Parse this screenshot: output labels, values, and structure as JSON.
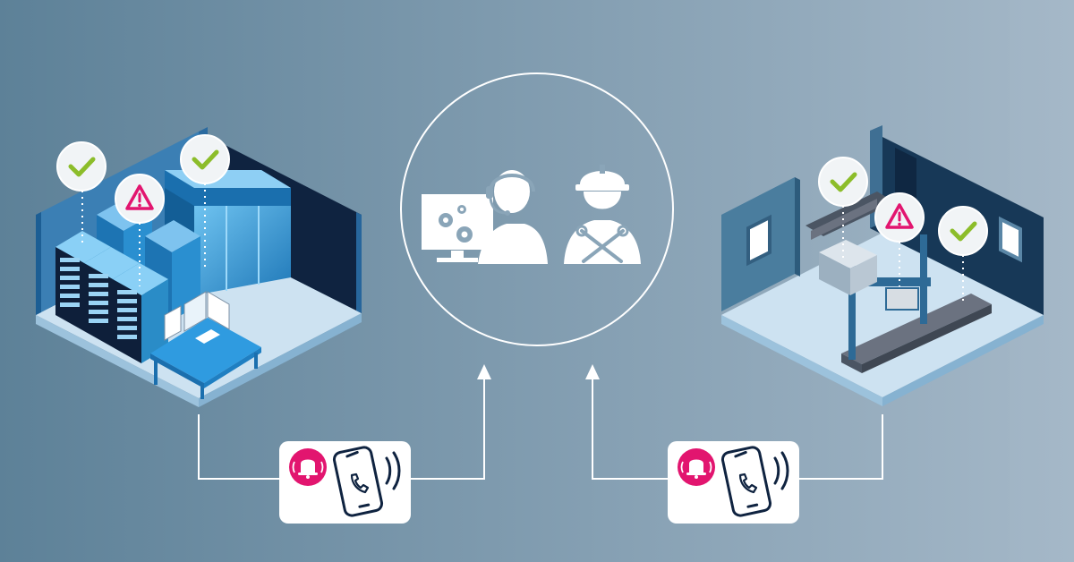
{
  "colors": {
    "bg_left": "#5e8299",
    "bg_right": "#a4b7c7",
    "ok": "#8cbd2a",
    "warn": "#e2156f",
    "navy": "#0f2340",
    "floor": "#cfe3f2",
    "rack": "#2a8cc7",
    "rack_dark": "#0e1f3a",
    "white": "#ffffff"
  },
  "icons": {
    "ok_marker": "check-icon",
    "warn_marker": "warning-icon",
    "alarm": "alarm-bell-icon",
    "phone": "smartphone-call-icon",
    "support": "support-agent-icon",
    "technician": "technician-icon"
  },
  "left_scene": {
    "name": "server-room",
    "markers": [
      "ok",
      "warn",
      "ok"
    ]
  },
  "right_scene": {
    "name": "production-hall",
    "markers": [
      "ok",
      "warn",
      "ok"
    ]
  },
  "flows": [
    {
      "from": "server-room",
      "via": "alert-notification",
      "to": "service-team"
    },
    {
      "from": "production-hall",
      "via": "alert-notification",
      "to": "service-team"
    }
  ]
}
